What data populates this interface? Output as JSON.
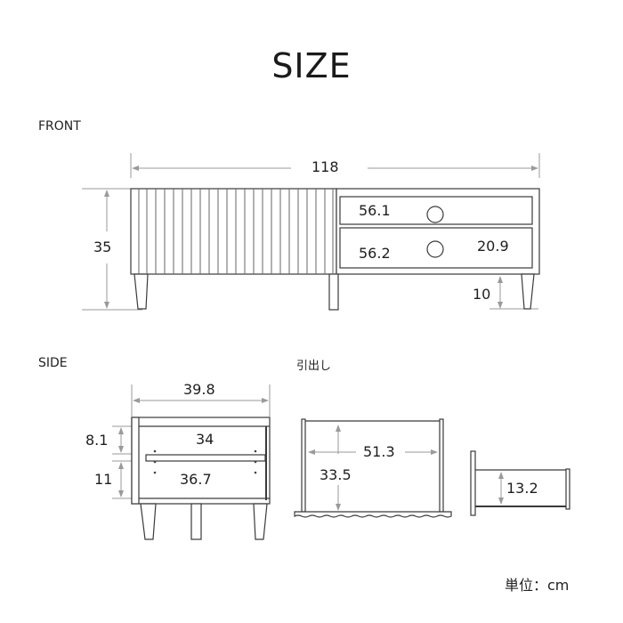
{
  "title": "SIZE",
  "sections": {
    "front": "FRONT",
    "side": "SIDE",
    "drawer": "引出し"
  },
  "front": {
    "width": "118",
    "height": "35",
    "drawer_upper_width": "56.1",
    "drawer_lower_width": "56.2",
    "drawer_area_height": "20.9",
    "leg_height": "10"
  },
  "side": {
    "depth": "39.8",
    "top_gap": "8.1",
    "lower_gap": "11",
    "shelf_width": "34",
    "inner_depth": "36.7"
  },
  "drawer": {
    "width": "51.3",
    "depth": "33.5",
    "height": "13.2"
  },
  "unit": "単位：cm",
  "colors": {
    "line": "#3a3a3a",
    "dim_line": "#9a9a9a"
  }
}
